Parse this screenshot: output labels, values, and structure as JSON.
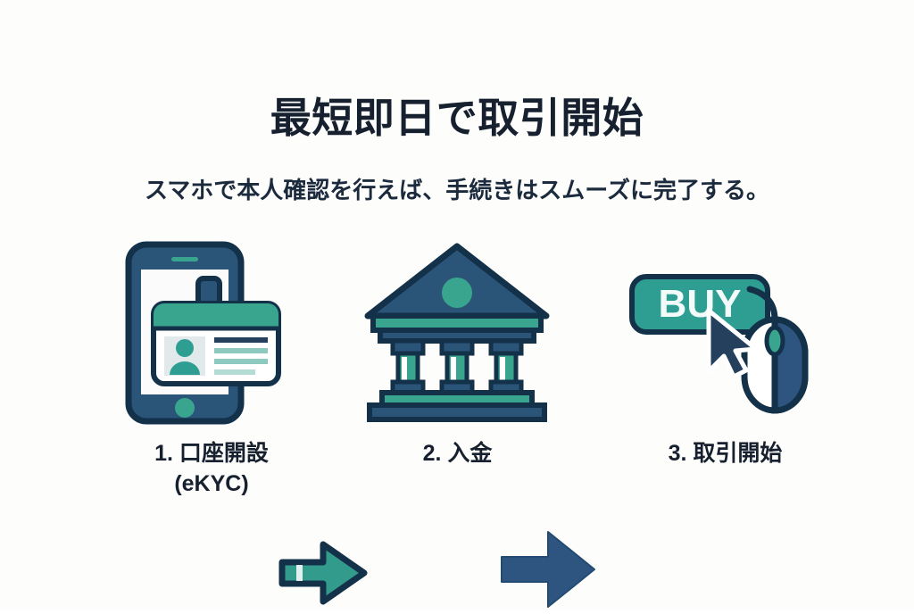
{
  "page": {
    "title": "最短即日で取引開始",
    "subtitle": "スマホで本人確認を行えば、手続きはスムーズに完了する。",
    "background_color": "#fdfdfc",
    "text_color": "#16202f"
  },
  "palette": {
    "navy_dark": "#1b3a54",
    "navy": "#2b5479",
    "teal": "#3aa58f",
    "teal_button": "#2f9e92",
    "teal_light": "#8ec9c0",
    "outline": "#14314a",
    "white": "#ffffff",
    "arrow_teal": "#339b8c",
    "arrow_navy": "#2d5580"
  },
  "steps": [
    {
      "number": "1.",
      "label": "1. 口座開設",
      "sublabel": "(eKYC)",
      "icon": "smartphone-id-card-icon",
      "card": {
        "avatar": "person-avatar-icon",
        "lines": 4
      }
    },
    {
      "number": "2.",
      "label": "2. 入金",
      "sublabel": "",
      "icon": "bank-building-icon",
      "columns": 3,
      "medallion": "circle-medallion"
    },
    {
      "number": "3.",
      "label": "3. 取引開始",
      "sublabel": "",
      "icon": "buy-button-mouse-icon",
      "button_label": "BUY",
      "cursor": "arrow-cursor-icon",
      "mouse": "computer-mouse-icon"
    }
  ],
  "arrows": [
    {
      "name": "arrow-step1-to-step2",
      "color": "#339b8c",
      "direction": "right"
    },
    {
      "name": "arrow-step2-to-step3",
      "color": "#2d5580",
      "direction": "right"
    }
  ]
}
